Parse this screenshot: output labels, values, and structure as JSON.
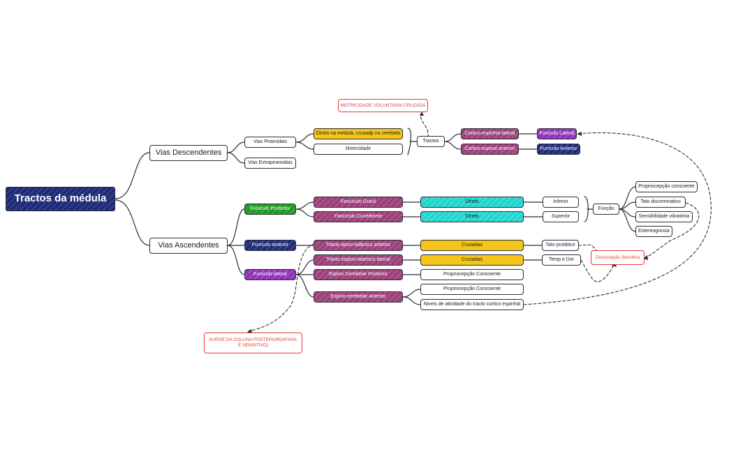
{
  "colors": {
    "navy": "#1e2a78",
    "purple": "#9c3f7a",
    "yellow": "#f5c518",
    "cyan": "#1ed6cc",
    "green": "#1e9a1e",
    "violet": "#8e2fb8",
    "note_red": "#e53935",
    "line": "#2b2b3a"
  },
  "root": {
    "label": "Tractos da médula"
  },
  "descendentes": {
    "label": "Vias Descendentes",
    "piramidais": "Vias Piramidais",
    "extrapiramidais": "Vias Extrapiramidais",
    "direto_medula": "Direto na medula, cruzadp no cerebelo",
    "motricidade": "Motricidade",
    "tractos": "Tractos",
    "cortico_lateral": "Cortico-espinhal lateral",
    "cortico_anterior": "Cortico-espinal anterior",
    "funiculo_lateral": "Funículo Lateral",
    "funiculo_anterior": "Funículo Anterior",
    "note_motricidade": "MOTRICIDADE VOLUNTÁRIA CRUZADA"
  },
  "ascendentes": {
    "label": "Vias Ascendentes",
    "funiculo_posterior": "Funículo Posterior",
    "funiculo_anterior": "Funículo anterior",
    "funiculo_lateral": "Funículo lateral",
    "fasciculo_gracil": "Fascículo Grácil",
    "fasciculo_cuneiforme": "Fascículo Cuneiforme",
    "direto_1": "Direto",
    "direto_2": "Direto",
    "inferior": "Inferior",
    "superior": "Superior",
    "funcao": "Função",
    "funcoes": [
      "Propriocepção consciente",
      "Tato discriminativo",
      "Sensibilidade vibratória",
      "Estereognosia"
    ],
    "tracto_anterior": "Tracto epino-talâmico anterior",
    "tracto_lateral": "Tracto espino-talamico lateral",
    "cruzadas_1": "Cruzadas",
    "cruzadas_2": "Cruzadas",
    "tato_protatico": "Tato protático",
    "temp_dor": "Temp e Dor",
    "dissociacao": "Dissociação Sensitiva",
    "espino_posterior": "Espino Cerebelar Posterior",
    "espino_anterior": "Espino-cerebelar Anterior",
    "proprio_1": "Propriocepção Consciente",
    "proprio_2": "Propriocepção Consciente",
    "niveis": "Niveis de atividade do tracto cortico espinhal",
    "note_surge": "SURGE DA COLUNA POSTERIOR(AFINAL É SENSITIVO)"
  }
}
